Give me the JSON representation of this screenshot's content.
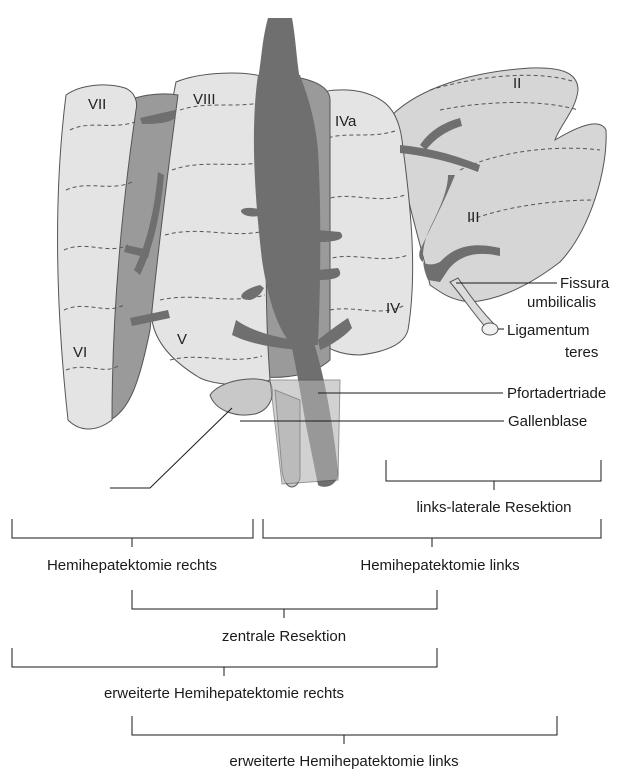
{
  "segments": {
    "s2": "II",
    "s3": "III",
    "s4": "IV",
    "s4a": "IVa",
    "s5": "V",
    "s6": "VI",
    "s7": "VII",
    "s8": "VIII"
  },
  "callouts": {
    "fissura_line1": "Fissura",
    "fissura_line2": "umbilicalis",
    "ligamentum_line1": "Ligamentum",
    "ligamentum_line2": "teres",
    "pfortadertriade": "Pfortadertriade",
    "gallenblase": "Gallenblase"
  },
  "resections": {
    "links_lateral": "links-laterale Resektion",
    "hemi_rechts": "Hemihepatektomie rechts",
    "hemi_links": "Hemihepatektomie links",
    "zentral": "zentrale Resektion",
    "erw_rechts": "erweiterte Hemihepatektomie rechts",
    "erw_links": "erweiterte Hemihepatektomie links"
  },
  "colors": {
    "lobe_light": "#e4e4e4",
    "lobe_mid": "#9a9a9a",
    "vessel": "#6f6f6f"
  }
}
